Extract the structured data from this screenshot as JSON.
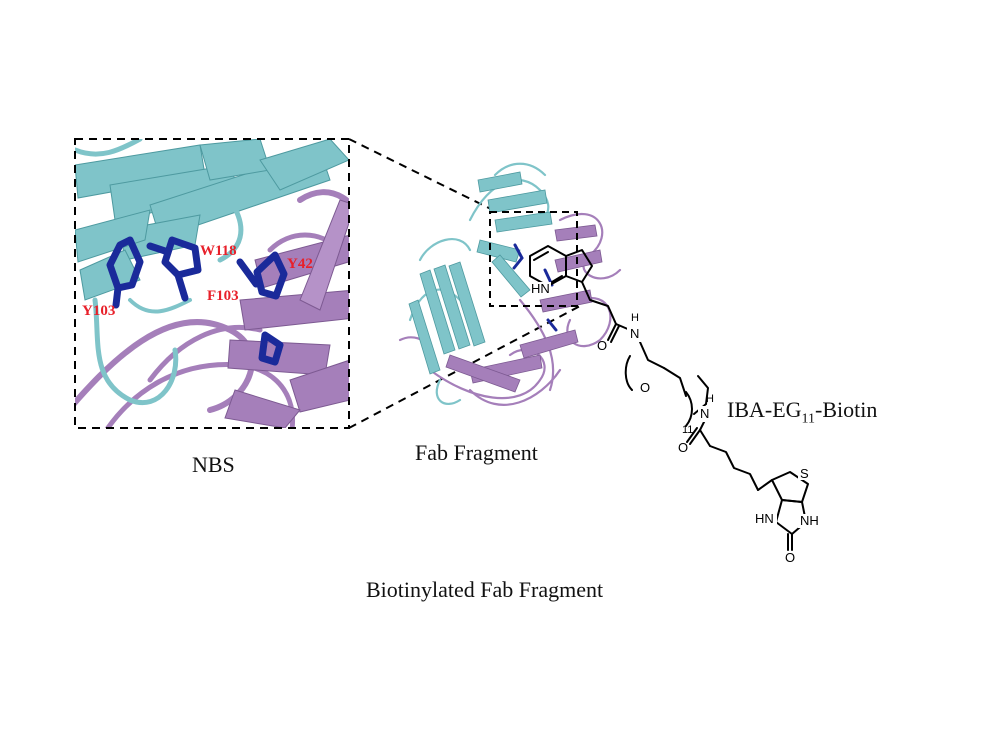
{
  "labels": {
    "nbs": "NBS",
    "fab_fragment": "Fab Fragment",
    "linker": "IBA-EG",
    "linker_subscript": "11",
    "linker_suffix": "-Biotin",
    "overall": "Biotinylated Fab Fragment"
  },
  "residues": [
    "W118",
    "Y42",
    "F103",
    "Y103"
  ],
  "chem_atoms": {
    "hn1": "HN",
    "n_amide1": "N",
    "h1": "H",
    "o1": "O",
    "o_ether": "O",
    "repeat_count": "11",
    "n_amide2": "N",
    "h2": "H",
    "o2": "O",
    "s": "S",
    "hn2": "HN",
    "nh": "NH",
    "o3": "O"
  },
  "colors": {
    "heavy_chain": "#7fc4c9",
    "light_chain": "#a57fba",
    "binding_residues": "#1a2a9a",
    "residue_labels": "#e8202a",
    "text": "#111111"
  }
}
